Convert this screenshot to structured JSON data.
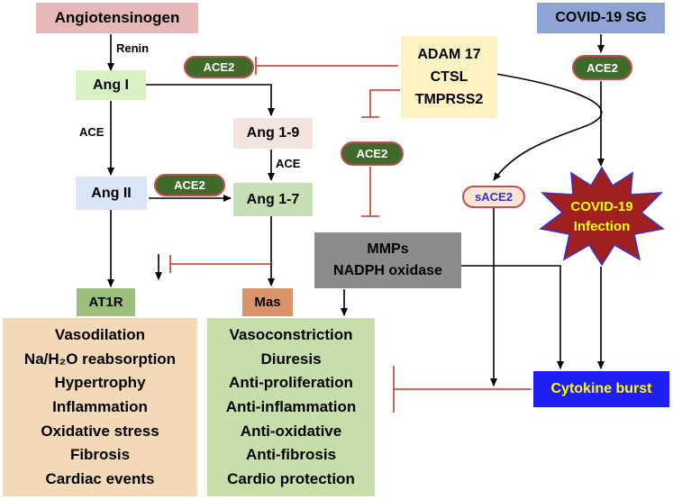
{
  "nodes": {
    "angiotensinogen": "Angiotensinogen",
    "ang1": "Ang I",
    "ang2": "Ang II",
    "ang19": "Ang 1-9",
    "ang17": "Ang 1-7",
    "at1r": "AT1R",
    "mas": "Mas",
    "covid_sg": "COVID-19 SG",
    "proteases": [
      "ADAM 17",
      "CTSL",
      "TMPRSS2"
    ],
    "mmps": [
      "MMPs",
      "NADPH oxidase"
    ],
    "sace2": "sACE2",
    "covid_infection": [
      "COVID-19",
      "Infection"
    ],
    "cytokine_burst": "Cytokine burst"
  },
  "edge_labels": {
    "renin": "Renin",
    "ace": "ACE",
    "ace_ang19": "ACE"
  },
  "ace2_pills": {
    "ang1": "ACE2",
    "ang2": "ACE2",
    "middle": "ACE2",
    "covid": "ACE2"
  },
  "at1r_effects": [
    "Vasodilation",
    "Na/H₂O reabsorption",
    "Hypertrophy",
    "Inflammation",
    "Oxidative stress",
    "Fibrosis",
    "Cardiac events"
  ],
  "mas_effects": [
    "Vasoconstriction",
    "Diuresis",
    "Anti-proliferation",
    "Anti-inflammation",
    "Anti-oxidative",
    "Anti-fibrosis",
    "Cardio protection"
  ],
  "colors": {
    "angiotensinogen": "#e6b9b8",
    "ang_green": "#d7f0c4",
    "ang_blue": "#dae6f5",
    "ang19": "#f4e4e0",
    "ang17": "#c7dfb4",
    "at1r": "#9cbf7c",
    "mas": "#d9956a",
    "covid_sg": "#8ea4d4",
    "proteases": "#fdf2c2",
    "mmps": "#8c8c8c",
    "at1r_effects": "#f4d9b8",
    "mas_effects": "#c5deaa",
    "cytokine": "#1f1ff5",
    "ace2_pill": "#3f6a2a",
    "inhibit": "#c0392b",
    "star_fill": "#a02020",
    "star_text": "#ffff00"
  }
}
